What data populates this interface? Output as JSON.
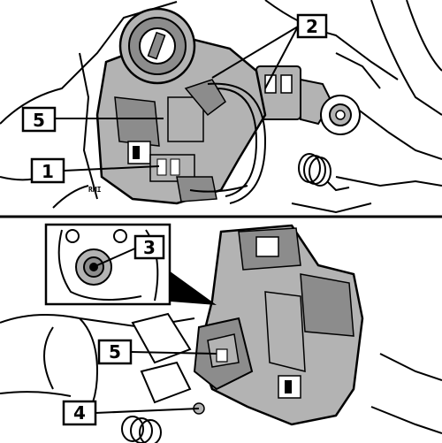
{
  "callouts": {
    "top_2": "2",
    "top_5": "5",
    "top_1": "1",
    "bottom_3": "3",
    "bottom_5": "5",
    "bottom_4": "4"
  },
  "part_markings": {
    "rmi": "RMI"
  },
  "colors": {
    "part_fill": "#b3b3b3",
    "part_dark": "#8c8c8c",
    "background": "#ffffff",
    "line": "#000000"
  }
}
